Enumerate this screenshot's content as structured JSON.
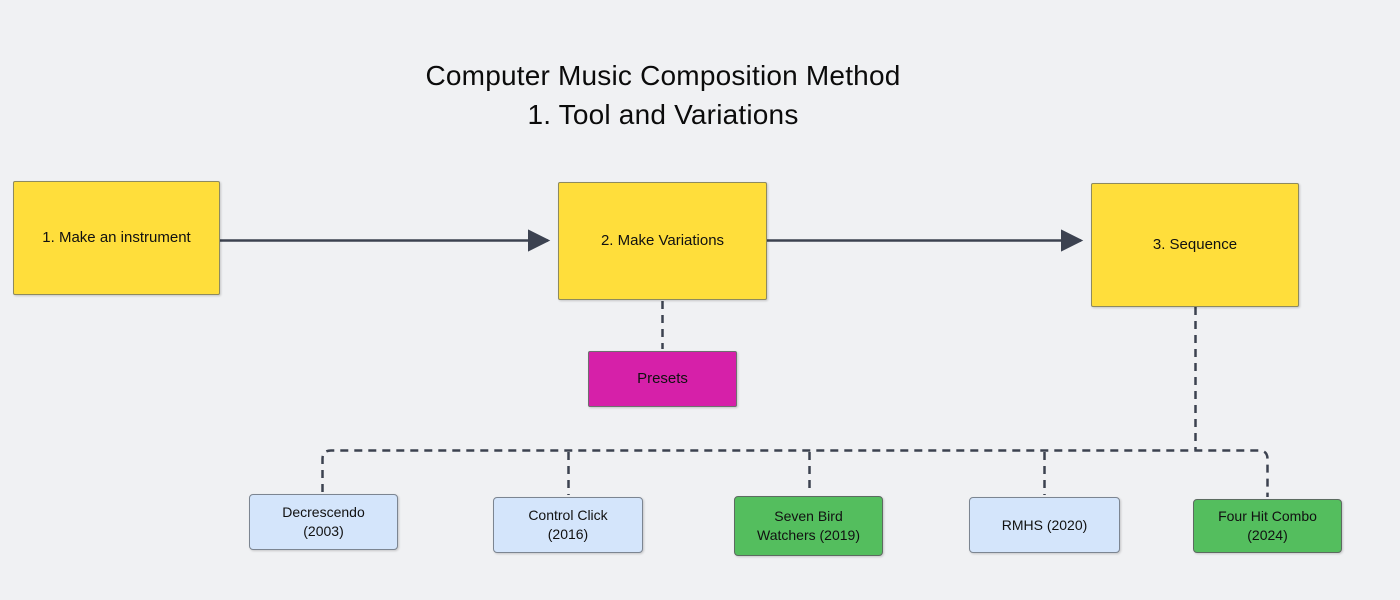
{
  "title": {
    "line1": "Computer Music Composition Method",
    "line2": "1. Tool and Variations"
  },
  "nodes": {
    "make_instrument": {
      "label": "1. Make an instrument"
    },
    "make_variations": {
      "label": "2. Make Variations"
    },
    "sequence": {
      "label": "3. Sequence"
    },
    "presets": {
      "label": "Presets"
    },
    "decrescendo": {
      "label": "Decrescendo\n(2003)"
    },
    "control_click": {
      "label": "Control Click\n(2016)"
    },
    "seven_bird_watchers": {
      "label": "Seven Bird\nWatchers (2019)"
    },
    "rmhs": {
      "label": "RMHS (2020)"
    },
    "four_hit_combo": {
      "label": "Four Hit Combo\n(2024)"
    }
  },
  "colors": {
    "background": "#F0F1F3",
    "step_box_fill": "#FFDE3B",
    "presets_fill": "#D620A9",
    "release_blue_fill": "#D4E5FB",
    "release_green_fill": "#54BE5E",
    "connector": "#3C4250",
    "text": "#111111"
  }
}
